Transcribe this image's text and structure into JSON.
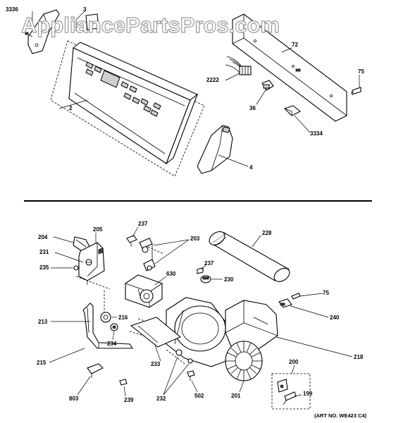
{
  "watermark": "AppliancePartsPros.com",
  "art_number": "(ART NO. WE423 C4)",
  "labels_top": {
    "p3336": "3336",
    "p3": "3",
    "p72": "72",
    "p2222": "2222",
    "p75": "75",
    "p36": "36",
    "p2": "2",
    "p3334": "3334",
    "p4": "4"
  },
  "labels_bottom": {
    "p204": "204",
    "p205": "205",
    "p237a": "237",
    "p203": "203",
    "p228": "228",
    "p231": "231",
    "p630": "630",
    "p237b": "237",
    "p235": "235",
    "p230": "230",
    "p75": "75",
    "p213": "213",
    "p216": "216",
    "p240": "240",
    "p234": "234",
    "p218": "218",
    "p215": "215",
    "p233": "233",
    "p200": "200",
    "p803": "803",
    "p239": "239",
    "p232": "232",
    "p502": "502",
    "p201": "201",
    "p199": "199"
  }
}
